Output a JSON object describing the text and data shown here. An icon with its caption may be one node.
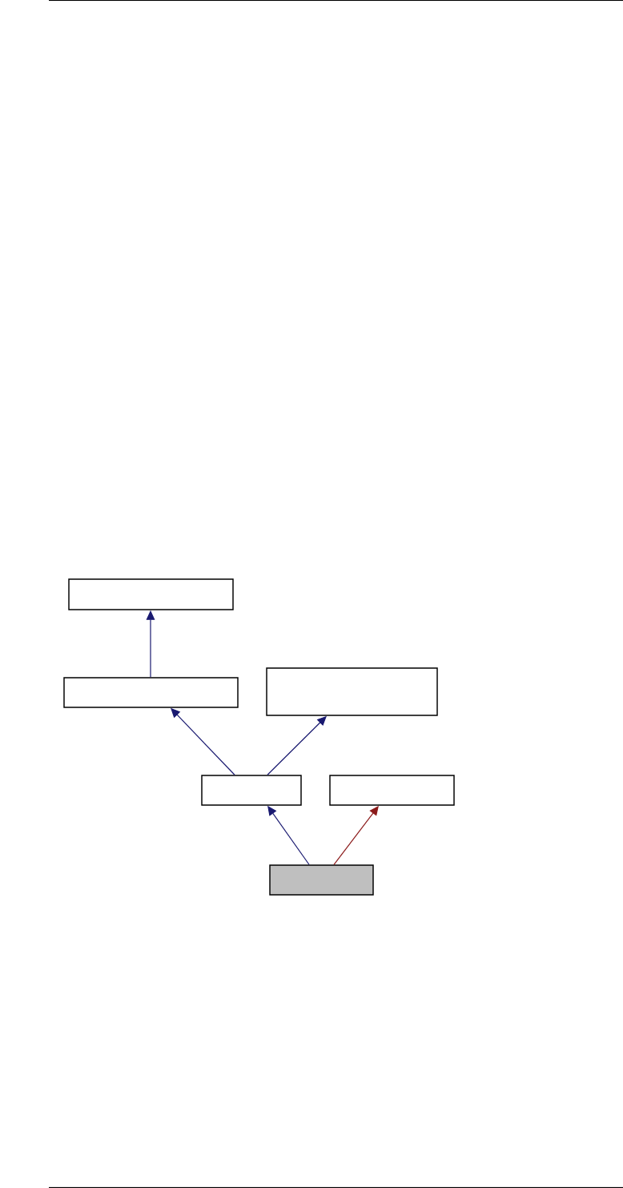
{
  "diagram": {
    "nodes": [
      {
        "text": [],
        "shape": "box"
      },
      {
        "text": [],
        "shape": "box"
      },
      {
        "text": [],
        "shape": "box"
      },
      {
        "text": [],
        "shape": "box"
      },
      {
        "text": [],
        "shape": "box"
      },
      {
        "text": [],
        "shape": "box"
      }
    ],
    "edges": [
      {
        "from": 1,
        "to": 0,
        "arrow": "to"
      },
      {
        "from": 3,
        "to": 1,
        "arrow": "to"
      },
      {
        "from": 3,
        "to": 2,
        "arrow": "to"
      },
      {
        "from": 5,
        "to": 3,
        "arrow": "to"
      },
      {
        "from": 5,
        "to": 4,
        "arrow": "to",
        "color": "#8b1a1a"
      }
    ]
  }
}
